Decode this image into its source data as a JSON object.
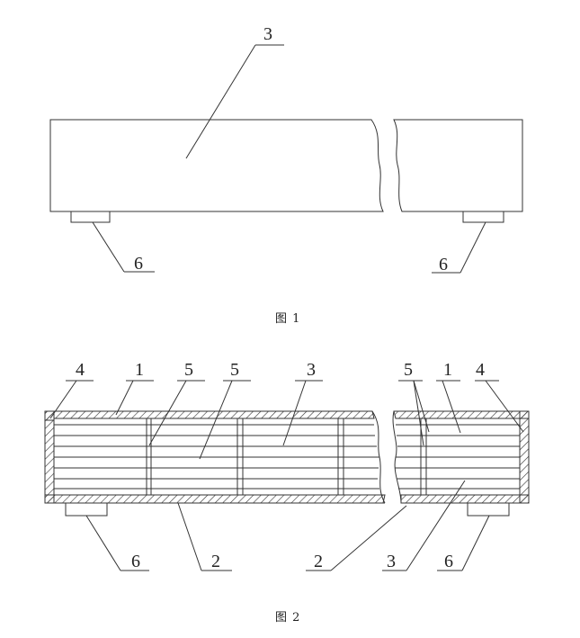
{
  "figure1": {
    "caption": "图 1",
    "labels": {
      "top_3": "3",
      "foot_left_6": "6",
      "foot_right_6": "6"
    }
  },
  "figure2": {
    "caption": "图 2",
    "labels": {
      "top_4_left": "4",
      "top_1_left": "1",
      "top_5_a": "5",
      "top_5_b": "5",
      "top_3": "3",
      "top_5_right": "5",
      "top_1_right": "1",
      "top_4_right": "4",
      "bottom_6_left": "6",
      "bottom_2_left": "2",
      "bottom_2_right": "2",
      "bottom_3": "3",
      "bottom_6_right": "6"
    }
  }
}
